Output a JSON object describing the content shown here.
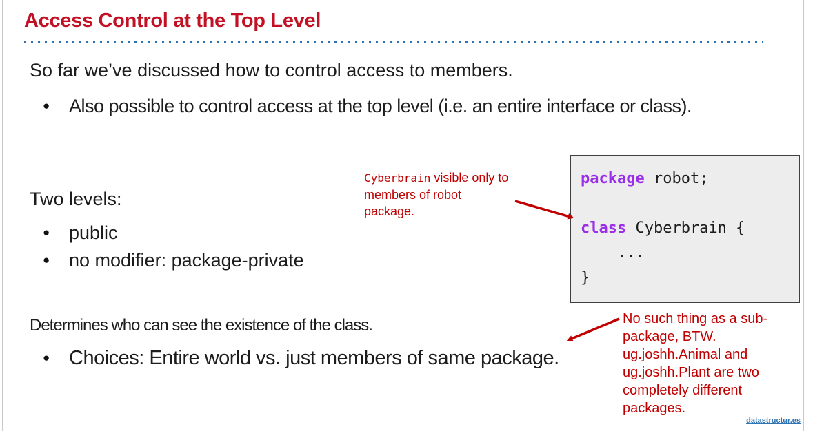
{
  "slide": {
    "title": "Access Control at the Top Level",
    "intro": "So far we’ve discussed how to control access to members.",
    "bullet_top_level": "Also possible to control access at the top level (i.e. an entire interface or class).",
    "two_levels_heading": "Two levels:",
    "levels": [
      "public",
      "no modifier: package-private"
    ],
    "determines_line": "Determines who can see the existence of the class.",
    "choices_bullet": "Choices: Entire world vs. just members of same package.",
    "bullet_glyph": "●",
    "footer_link": "datastructur.es"
  },
  "code_box": {
    "package_keyword": "package",
    "package_rest": " robot;",
    "blank_line": " ",
    "class_keyword": "class",
    "class_rest": " Cyberbrain {",
    "body_line": "    ...",
    "close_line": "}"
  },
  "annotations": {
    "visibility_code_part": "Cyberbrain",
    "visibility_rest": " visible only to members of robot package.",
    "subpackage_note": "No such thing as a sub-package, BTW. ug.joshh.Animal and ug.joshh.Plant are two completely different packages."
  },
  "colors": {
    "title_red": "#C21125",
    "annotation_red": "#C00000",
    "keyword_purple": "#9B2FE8",
    "dotted_line_blue": "#2E74B5",
    "link_blue": "#2E74B5",
    "code_box_bg": "#EDEDED",
    "code_box_border": "#3F3F3F"
  }
}
